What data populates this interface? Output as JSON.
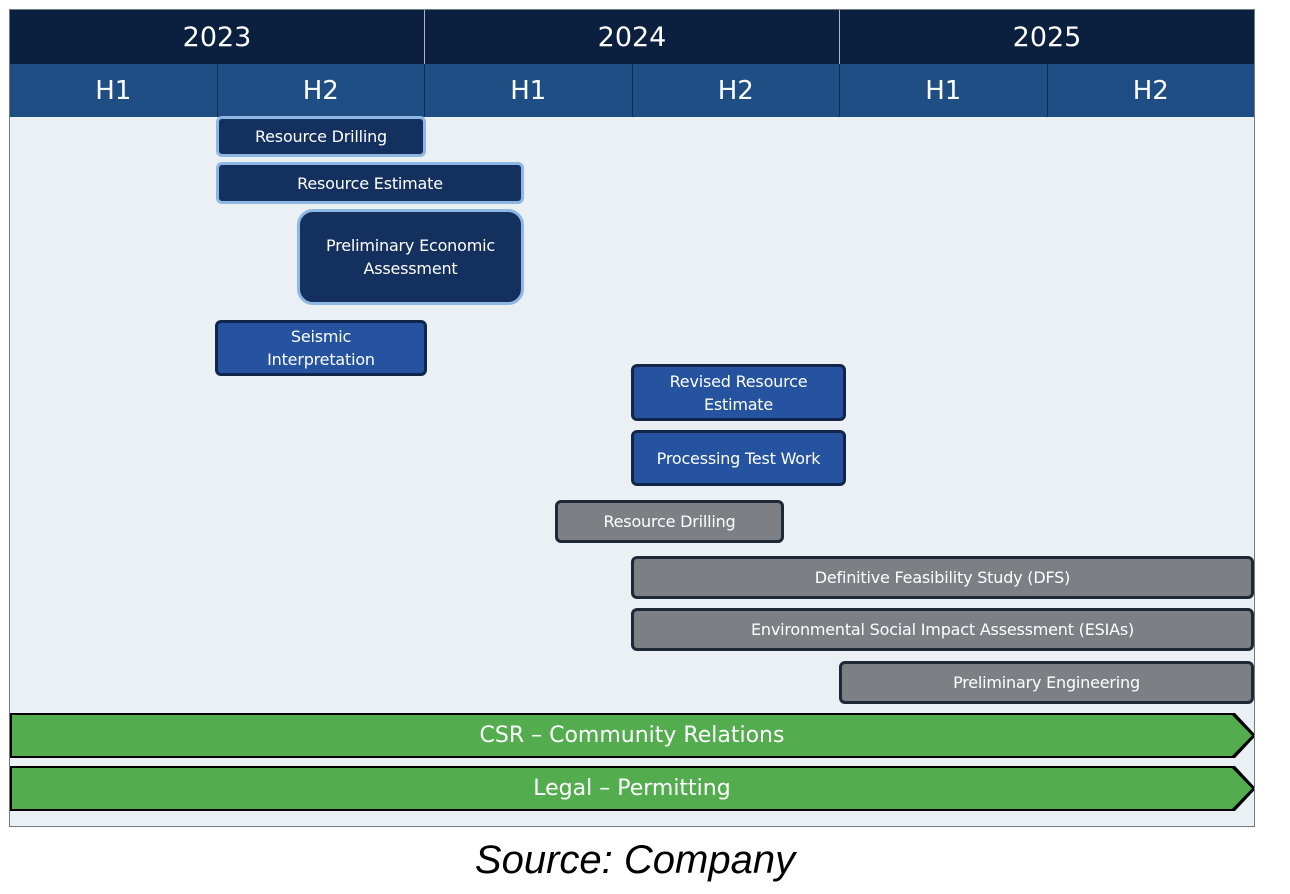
{
  "timeline": {
    "years": [
      "2023",
      "2024",
      "2025"
    ],
    "halves": [
      "H1",
      "H2",
      "H1",
      "H2",
      "H1",
      "H2"
    ]
  },
  "tasks": [
    {
      "id": "resource-drilling-2023",
      "label": "Resource Drilling",
      "style": "navy"
    },
    {
      "id": "resource-estimate",
      "label": "Resource Estimate",
      "style": "navy"
    },
    {
      "id": "preliminary-economic-assessment",
      "label": "Preliminary Economic\nAssessment",
      "style": "navy"
    },
    {
      "id": "seismic-interpretation",
      "label": "Seismic\nInterpretation",
      "style": "blue"
    },
    {
      "id": "revised-resource-estimate",
      "label": "Revised Resource\nEstimate",
      "style": "blue"
    },
    {
      "id": "processing-test-work",
      "label": "Processing Test Work",
      "style": "blue"
    },
    {
      "id": "resource-drilling-2024",
      "label": "Resource Drilling",
      "style": "gray"
    },
    {
      "id": "dfs",
      "label": "Definitive Feasibility Study (DFS)",
      "style": "gray"
    },
    {
      "id": "esia",
      "label": "Environmental Social Impact Assessment (ESIAs)",
      "style": "gray"
    },
    {
      "id": "preliminary-engineering",
      "label": "Preliminary Engineering",
      "style": "gray"
    }
  ],
  "streams": [
    {
      "id": "csr",
      "label": "CSR – Community Relations"
    },
    {
      "id": "legal",
      "label": "Legal – Permitting"
    }
  ],
  "colors": {
    "year_band": "#0b1f3f",
    "half_band": "#1f4e85",
    "navy_task": "#13305e",
    "blue_task": "#2553a0",
    "gray_task": "#7c7f84",
    "stream_green": "#53ad4f",
    "background": "#eaf0f4"
  },
  "source": "Source: Company"
}
